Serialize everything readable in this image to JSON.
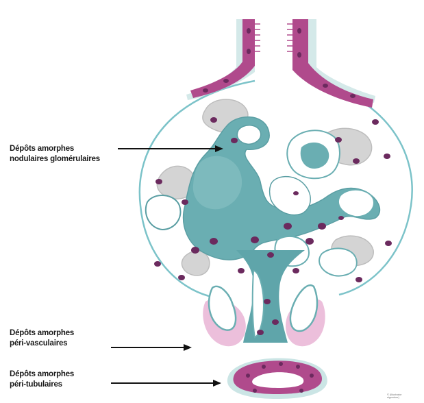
{
  "labels": {
    "glomerular": {
      "line1": "Dépôts amorphes",
      "line2": "nodulaires glomérulaires"
    },
    "perivascular": {
      "line1": "Dépôts amorphes",
      "line2": "péri-vasculaires"
    },
    "peritubular": {
      "line1": "Dépôts amorphes",
      "line2": "péri-tubulaires"
    }
  },
  "colors": {
    "deposit": "#6aaeb2",
    "deposit_light": "#a9d3d3",
    "capsule": "#7cc3c9",
    "epithelium": "#b04a8c",
    "nucleus": "#6b2a5e",
    "perivascular_pink": "#e6a9cf",
    "mesangial_gray": "#c9c9c9",
    "arrow": "#111111"
  },
  "credit": "© (illustrator signature)"
}
